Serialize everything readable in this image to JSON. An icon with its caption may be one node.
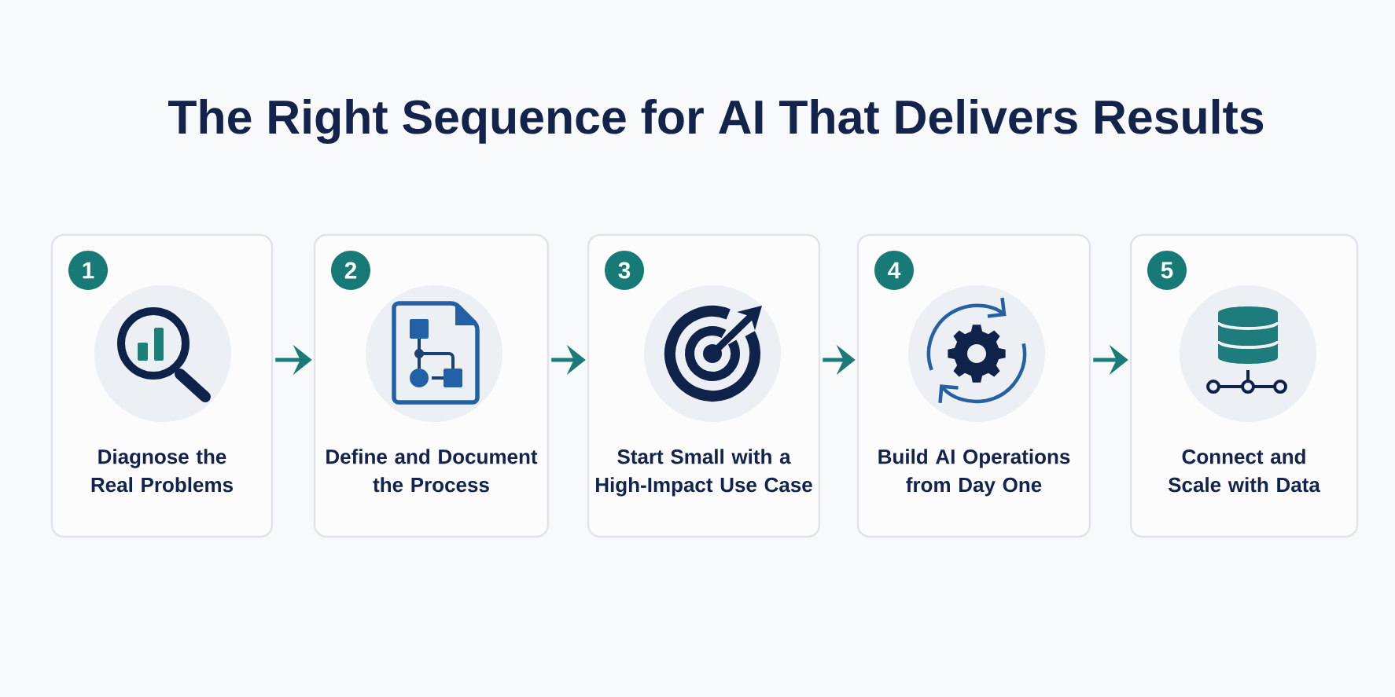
{
  "diagram": {
    "title": "The Right Sequence for AI That Delivers Results",
    "nodes": [
      {
        "text": [
          "Diagnose the Real Problems"
        ]
      },
      {
        "text": [
          "1"
        ],
        "in": 0
      },
      {
        "text": [
          "Define and Document the Process"
        ]
      },
      {
        "text": [
          "2"
        ],
        "in": 2
      },
      {
        "text": [
          "Start Small with a High-Impact Use Case"
        ]
      },
      {
        "text": [
          "3"
        ],
        "in": 4
      },
      {
        "text": [
          "Build AI Operations from Day One"
        ]
      },
      {
        "text": [
          "4"
        ],
        "in": 6
      },
      {
        "text": [
          "Connect and Scale with Data"
        ]
      },
      {
        "text": [
          "5"
        ],
        "in": 8
      }
    ],
    "edges": [
      {
        "from": 0,
        "to": 2,
        "arrow": "to"
      },
      {
        "from": 2,
        "to": 4,
        "arrow": "to"
      },
      {
        "from": 4,
        "to": 6,
        "arrow": "to"
      },
      {
        "from": 6,
        "to": 8,
        "arrow": "to"
      }
    ]
  }
}
